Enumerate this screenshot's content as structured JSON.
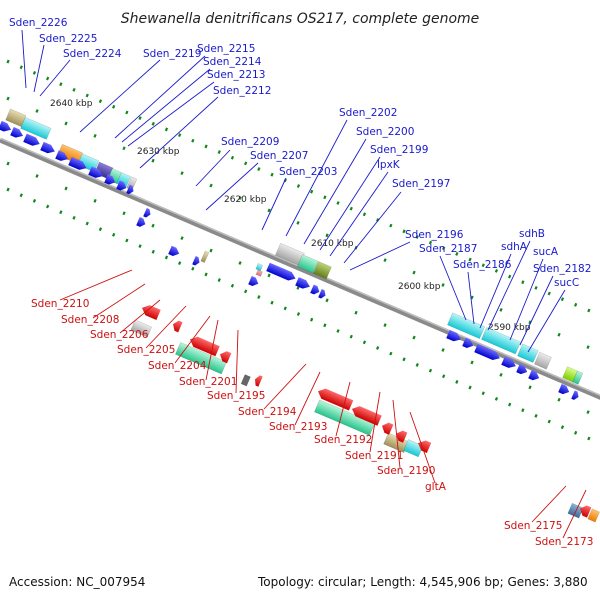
{
  "title": "Shewanella denitrificans OS217, complete genome",
  "footer": {
    "accession": "Accession: NC_007954",
    "topology": "Topology: circular; Length: 4,545,906 bp; Genes: 3,880"
  },
  "scale_labels": [
    "2640 kbp",
    "2630 kbp",
    "2620 kbp",
    "2610 kbp",
    "2600 kbp",
    "2590 kbp"
  ],
  "top_genes": [
    "Sden_2226",
    "Sden_2225",
    "Sden_2224",
    "Sden_2219",
    "Sden_2215",
    "Sden_2214",
    "Sden_2213",
    "Sden_2212",
    "Sden_2209",
    "Sden_2207",
    "Sden_2203",
    "Sden_2202",
    "Sden_2200",
    "Sden_2199",
    "lpxK",
    "Sden_2197",
    "Sden_2196",
    "Sden_2187",
    "Sden_2186",
    "sdhB",
    "sdhA",
    "sucA",
    "Sden_2182",
    "sucC"
  ],
  "bottom_genes": [
    "Sden_2210",
    "Sden_2208",
    "Sden_2206",
    "Sden_2205",
    "Sden_2204",
    "Sden_2201",
    "Sden_2195",
    "Sden_2194",
    "Sden_2193",
    "Sden_2192",
    "Sden_2191",
    "Sden_2190",
    "gltA",
    "Sden_2175",
    "Sden_2173"
  ],
  "colors": {
    "forward_label": "#1a1acc",
    "reverse_label": "#cc1111",
    "forward_gene": "#1a1aee",
    "reverse_gene": "#ee1111",
    "backbone": "#888888"
  }
}
